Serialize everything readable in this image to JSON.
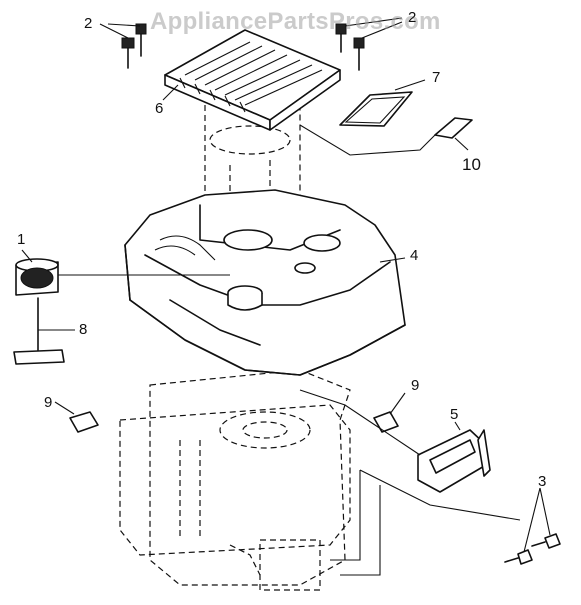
{
  "watermark": "AppliancePartsPros.com",
  "callouts": {
    "c1": "1",
    "c2a": "2",
    "c2b": "2",
    "c3": "3",
    "c4": "4",
    "c5": "5",
    "c6": "6",
    "c7": "7",
    "c8": "8",
    "c9a": "9",
    "c9b": "9",
    "c10": "10"
  }
}
